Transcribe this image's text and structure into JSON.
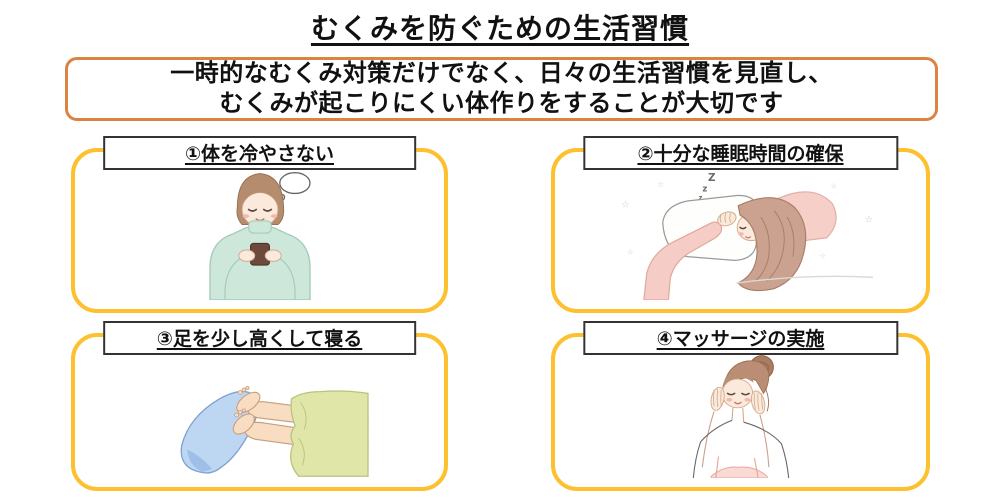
{
  "page": {
    "title": "むくみを防ぐための生活習慣",
    "intro": {
      "line1": "一時的なむくみ対策だけでなく、日々の生活習慣を見直し、",
      "line2": "むくみが起こりにくい体作りをすることが大切です"
    }
  },
  "cards": [
    {
      "label": "①体を冷やさない",
      "illustration": "woman-warming-up-with-hot-drink"
    },
    {
      "label": "②十分な睡眠時間の確保",
      "illustration": "woman-sleeping-on-pillow",
      "decoration": {
        "sleep_z_large": "Z",
        "sleep_z_mid": "z",
        "sleep_z_small": "z",
        "star": "☆"
      }
    },
    {
      "label": "③足を少し高くして寝る",
      "illustration": "legs-elevated-on-cushion"
    },
    {
      "label": "④マッサージの実施",
      "illustration": "woman-doing-facial-massage"
    }
  ],
  "colors": {
    "intro_border": "#DB8244",
    "card_border": "#FDC02E",
    "label_border": "#333333",
    "text": "#111111",
    "sweater_mint": "#CDE7DB",
    "pajama_pink": "#F5CDC6",
    "hair_brown": "#B68C6F",
    "skin": "#FBE9DB",
    "cushion_blue": "#BDD7F3",
    "blanket_green": "#E0E6A8",
    "mug_brown": "#6E4A3C"
  }
}
